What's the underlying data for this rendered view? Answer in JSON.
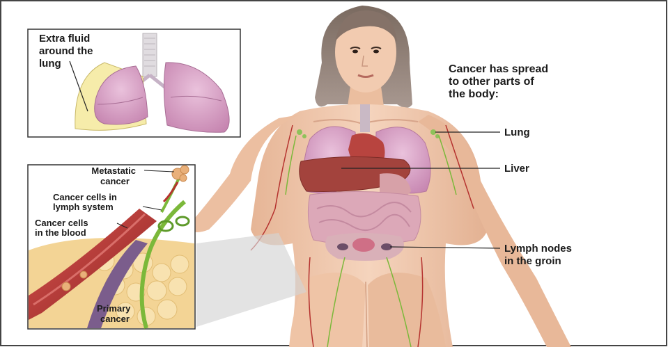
{
  "labels": {
    "extra_fluid": [
      "Extra fluid",
      "around the",
      "lung"
    ],
    "spread_heading": [
      "Cancer has spread",
      "to other parts of",
      "the body:"
    ],
    "lung": "Lung",
    "liver": "Liver",
    "lymph_nodes": [
      "Lymph nodes",
      "in the groin"
    ],
    "metastatic": [
      "Metastatic",
      "cancer"
    ],
    "lymph_system": [
      "Cancer cells in",
      "lymph system"
    ],
    "blood": [
      "Cancer cells",
      "in the blood"
    ],
    "primary": [
      "Primary",
      "cancer"
    ]
  },
  "colors": {
    "skin": "#f0c8aa",
    "lung": "#d9a3c7",
    "liver": "#a8453f",
    "fluid": "#f6ecaa",
    "vessel": "#b5322f",
    "lymph": "#7bb83a",
    "frame": "#444444"
  }
}
